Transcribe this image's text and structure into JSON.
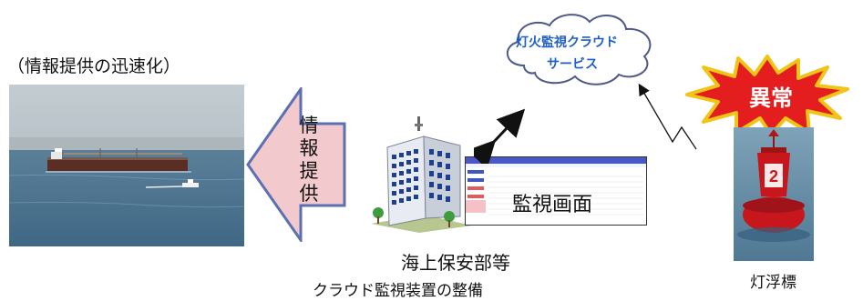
{
  "captions": {
    "top_left": "（情報提供の迅速化）",
    "info_arrow": [
      "情",
      "報",
      "提",
      "供"
    ],
    "monitor": "監視画面",
    "cloud_line1": "灯火監視クラウド",
    "cloud_line2": "サービス",
    "alert": "異常",
    "buoy": "灯浮標",
    "office": "海上保安部等",
    "system": "クラウド監視装置の整備"
  },
  "buoy_marking": "2",
  "colors": {
    "arrow_fill": "#f2c9cc",
    "arrow_stroke": "#5b6fb3",
    "cloud_text": "#1e5fc4",
    "burst_fill": "#e41e1e",
    "burst_stroke": "#f0c419",
    "buoy_red": "#c8161d"
  }
}
